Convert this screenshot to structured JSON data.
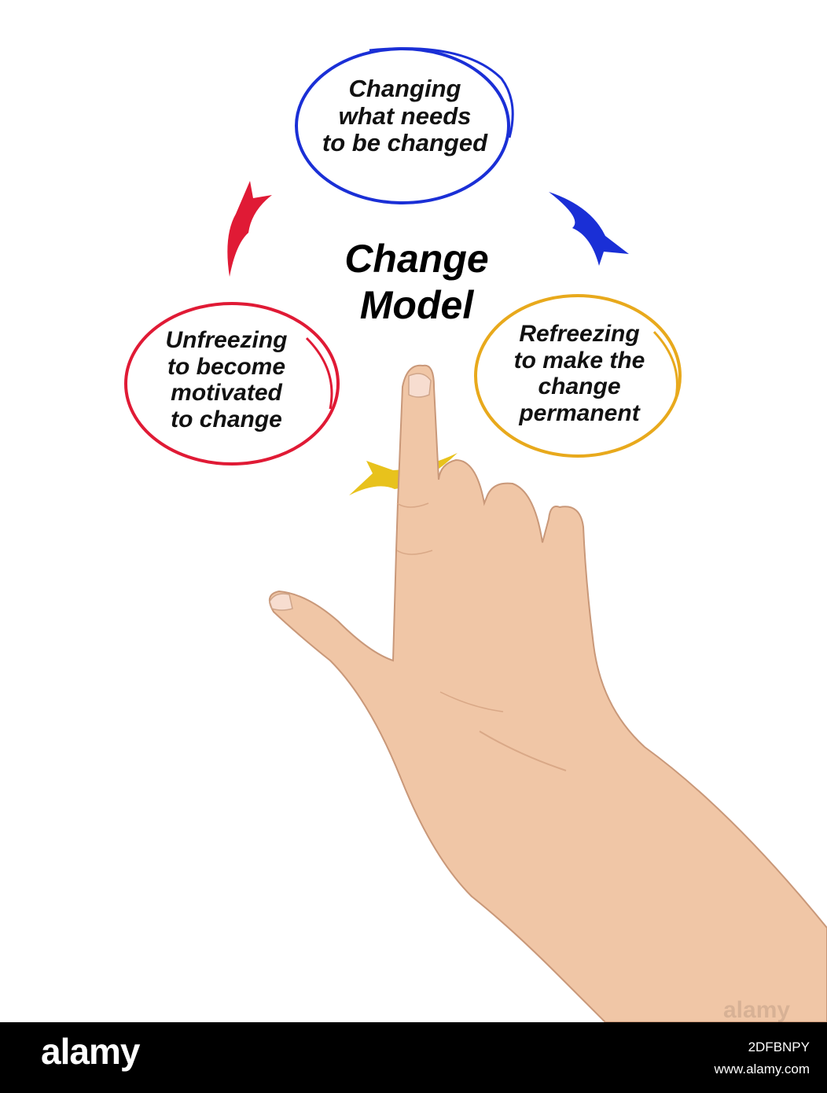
{
  "diagram": {
    "title": "Change\nModel",
    "nodes": [
      {
        "id": "top",
        "label": "Changing\nwhat needs\nto be changed",
        "color": "#1a2fd6"
      },
      {
        "id": "right",
        "label": "Refreezing\nto make the\nchange\npermanent",
        "color": "#e8a91c"
      },
      {
        "id": "left",
        "label": "Unfreezing\nto become\nmotivated\nto change",
        "color": "#e01a35"
      }
    ],
    "arrows": [
      {
        "from": "top",
        "to": "right",
        "color": "#1a2fd6"
      },
      {
        "from": "right",
        "to": "left",
        "color": "#e8c21c"
      },
      {
        "from": "left",
        "to": "top",
        "color": "#e01a35"
      }
    ]
  },
  "watermark": {
    "corner_text": "alamy"
  },
  "footer": {
    "logo": "alamy",
    "image_id": "2DFBNPY",
    "url": "www.alamy.com"
  }
}
